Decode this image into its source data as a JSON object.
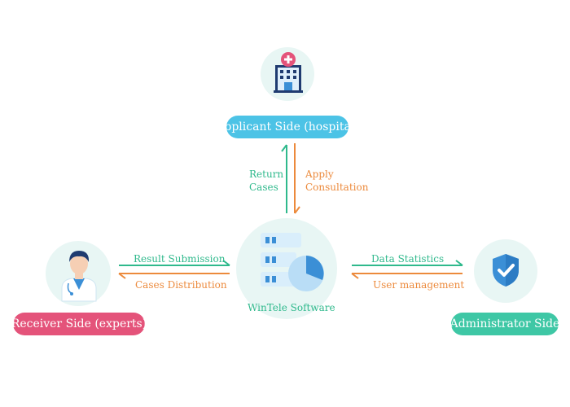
{
  "nodes": {
    "applicant": {
      "label": "Applicant Side (hospital)",
      "icon": "hospital-icon"
    },
    "receiver": {
      "label": "Receiver Side (experts)",
      "icon": "doctor-icon"
    },
    "center": {
      "label": "WinTele Software",
      "icon": "server-chart-icon"
    },
    "admin": {
      "label": "Administrator Side",
      "icon": "shield-check-icon"
    }
  },
  "edges": {
    "return_cases": [
      "Return",
      "Cases"
    ],
    "apply_consultation": [
      "Apply",
      "Consultation"
    ],
    "result_submission": "Result Submission",
    "cases_distribution": "Cases Distribution",
    "data_statistics": "Data Statistics",
    "user_management": "User management"
  },
  "colors": {
    "applicant_pill": "#4cc3e6",
    "receiver_pill": "#e4537a",
    "admin_pill": "#3ec7a5",
    "circle_bg": "#e8f6f4",
    "green_arrow": "#2fb98c",
    "orange_arrow": "#ec8a3c",
    "icon_blue": "#3b8fd6"
  }
}
